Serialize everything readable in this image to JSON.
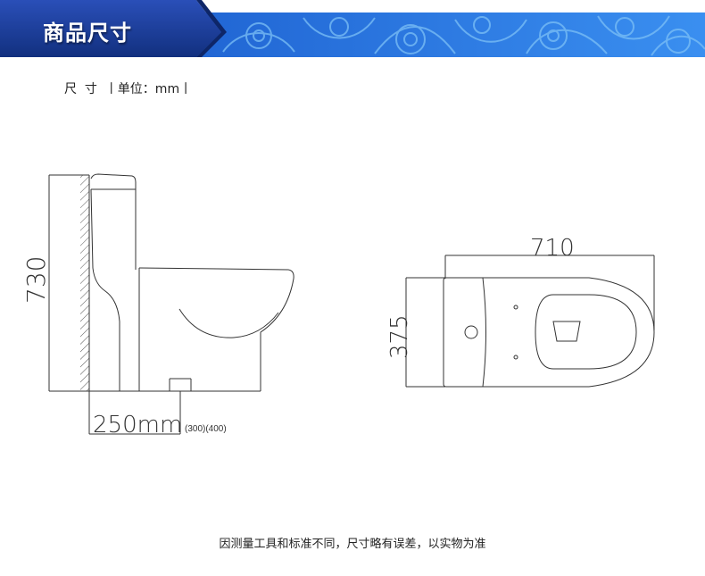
{
  "header": {
    "title": "商品尺寸",
    "colors": {
      "banner_dark": "#1c3c9a",
      "banner_light": "#2f7be0",
      "pattern": "#6fb3f2"
    }
  },
  "units_line": "尺  寸  丨单位：mm丨",
  "side_view": {
    "height_label": "730",
    "rough_in_label": "250mm",
    "rough_in_options": "(300)(400)"
  },
  "top_view": {
    "length_label": "710",
    "width_label": "375"
  },
  "footnote": "因测量工具和标准不同，尺寸略有误差，以实物为准"
}
